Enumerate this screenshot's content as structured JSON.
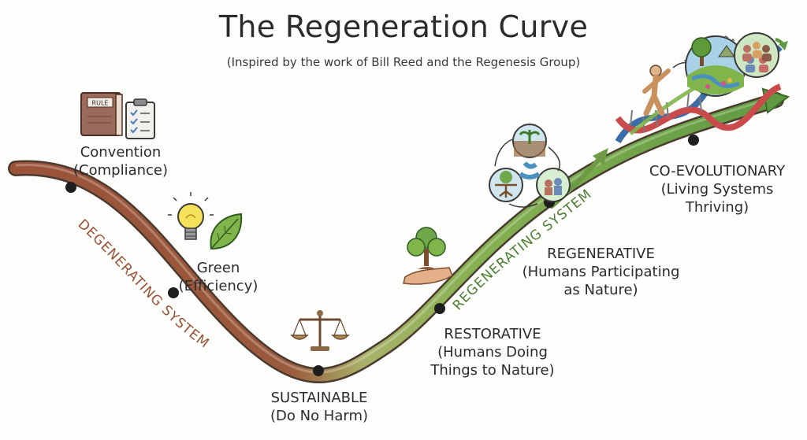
{
  "title": "The Regeneration Curve",
  "subtitle": "(Inspired by the work of Bill Reed and the Regenesis Group)",
  "systems": {
    "degenerating": "DEGENERATING SYSTEM",
    "regenerating": "REGENERATING SYSTEM"
  },
  "stages": {
    "convention": {
      "name": "Convention",
      "sub": "(Compliance)"
    },
    "green": {
      "name": "Green",
      "sub": "(Efficiency)"
    },
    "sustainable": {
      "name": "SUSTAINABLE",
      "sub": "(Do No Harm)"
    },
    "restorative": {
      "name": "RESTORATIVE",
      "sub1": "(Humans Doing",
      "sub2": "Things to Nature)"
    },
    "regenerative": {
      "name": "REGENERATIVE",
      "sub1": "(Humans Participating",
      "sub2": "as Nature)"
    },
    "coevolutionary": {
      "name": "CO-EVOLUTIONARY",
      "sub1": "(Living Systems",
      "sub2": "Thriving)"
    }
  },
  "icons": {
    "book_label": "RULE",
    "convention": [
      "rule-book-icon",
      "checklist-clipboard-icon"
    ],
    "green": [
      "lightbulb-icon",
      "leaf-icon"
    ],
    "sustainable": [
      "balance-scale-icon"
    ],
    "restorative": [
      "hand-holding-tree-icon"
    ],
    "regenerative": [
      "ecosystem-cycle-icon"
    ],
    "coevolutionary": [
      "person-climbing-icon",
      "dna-helix-icon",
      "landscape-globe-icon",
      "community-globe-icon"
    ]
  },
  "colors": {
    "degenerating": "#9a5238",
    "regenerating": "#6e9a45",
    "ink": "#2b2b2b"
  }
}
